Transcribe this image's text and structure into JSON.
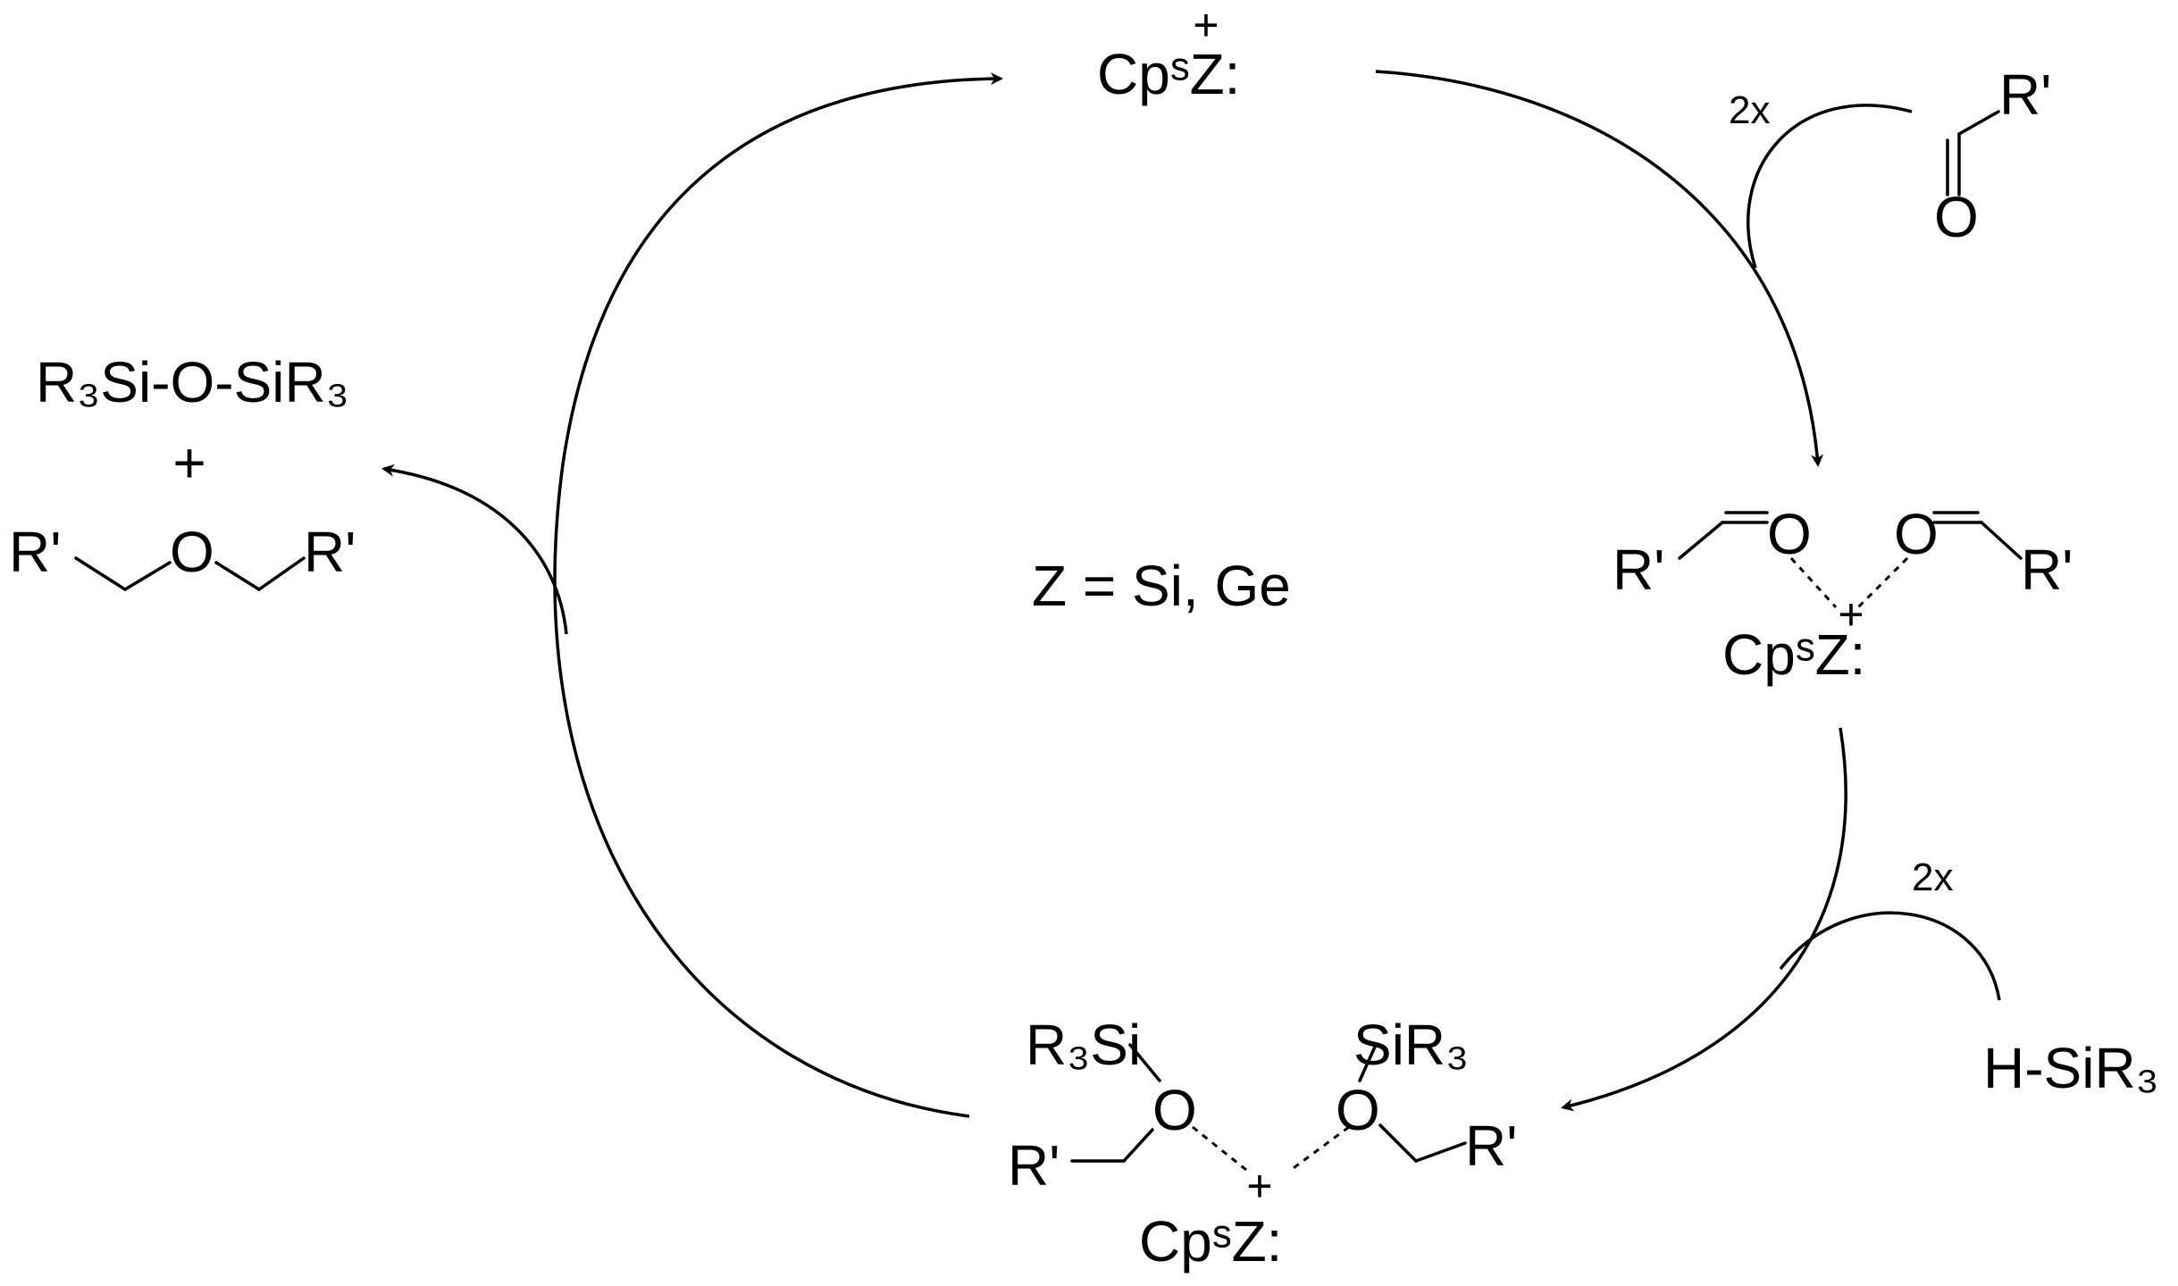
{
  "scheme": {
    "top_species": {
      "text": "CpˢZ:",
      "charge": "+"
    },
    "aldehyde": {
      "stoich": "2x",
      "r": "R'",
      "o": "O"
    },
    "complex_right": {
      "r_left": "R'",
      "o_left": "O",
      "o_right": "O",
      "r_right": "R'",
      "charge": "+",
      "center": "CpˢZ:"
    },
    "silane": {
      "stoich": "2x",
      "text": "H-SiR₃"
    },
    "complex_bottom": {
      "si_left": "R₃Si",
      "si_right": "SiR₃",
      "o_left": "O",
      "o_right": "O",
      "r_left": "R'",
      "r_right": "R'",
      "charge": "+",
      "center": "CpˢZ:"
    },
    "products": {
      "siloxane": "R₃Si-O-SiR₃",
      "plus": "+",
      "r_left": "R'",
      "o": "O",
      "r_right": "R'"
    },
    "definition": "Z = Si, Ge"
  }
}
